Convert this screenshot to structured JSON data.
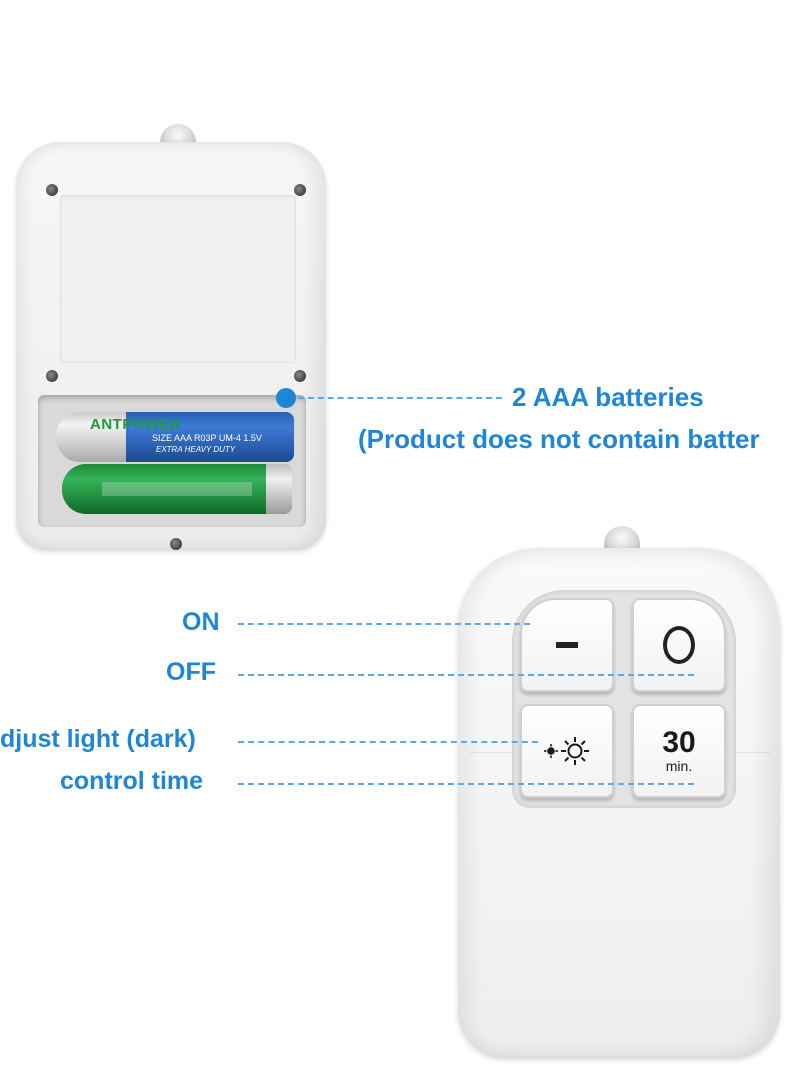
{
  "battery_callout": {
    "line1": "2 AAA batteries",
    "line2": "(Product does not contain batter"
  },
  "buttons": {
    "on_label": "ON",
    "off_label": "OFF",
    "dim_label": "djust light (dark)",
    "time_label": "control time"
  },
  "keypad": {
    "timer_number": "30",
    "timer_unit": "min."
  },
  "battery": {
    "brand": "ANTPOWER",
    "spec": "SIZE AAA R03P UM-4 1.5V",
    "duty": "EXTRA HEAVY DUTY"
  },
  "colors": {
    "label_blue": "#1f86d6",
    "device_white": "#f2f2f2"
  },
  "icons": [
    "minus-icon",
    "circle-icon",
    "sun-dim-icon",
    "sun-bright-icon"
  ]
}
